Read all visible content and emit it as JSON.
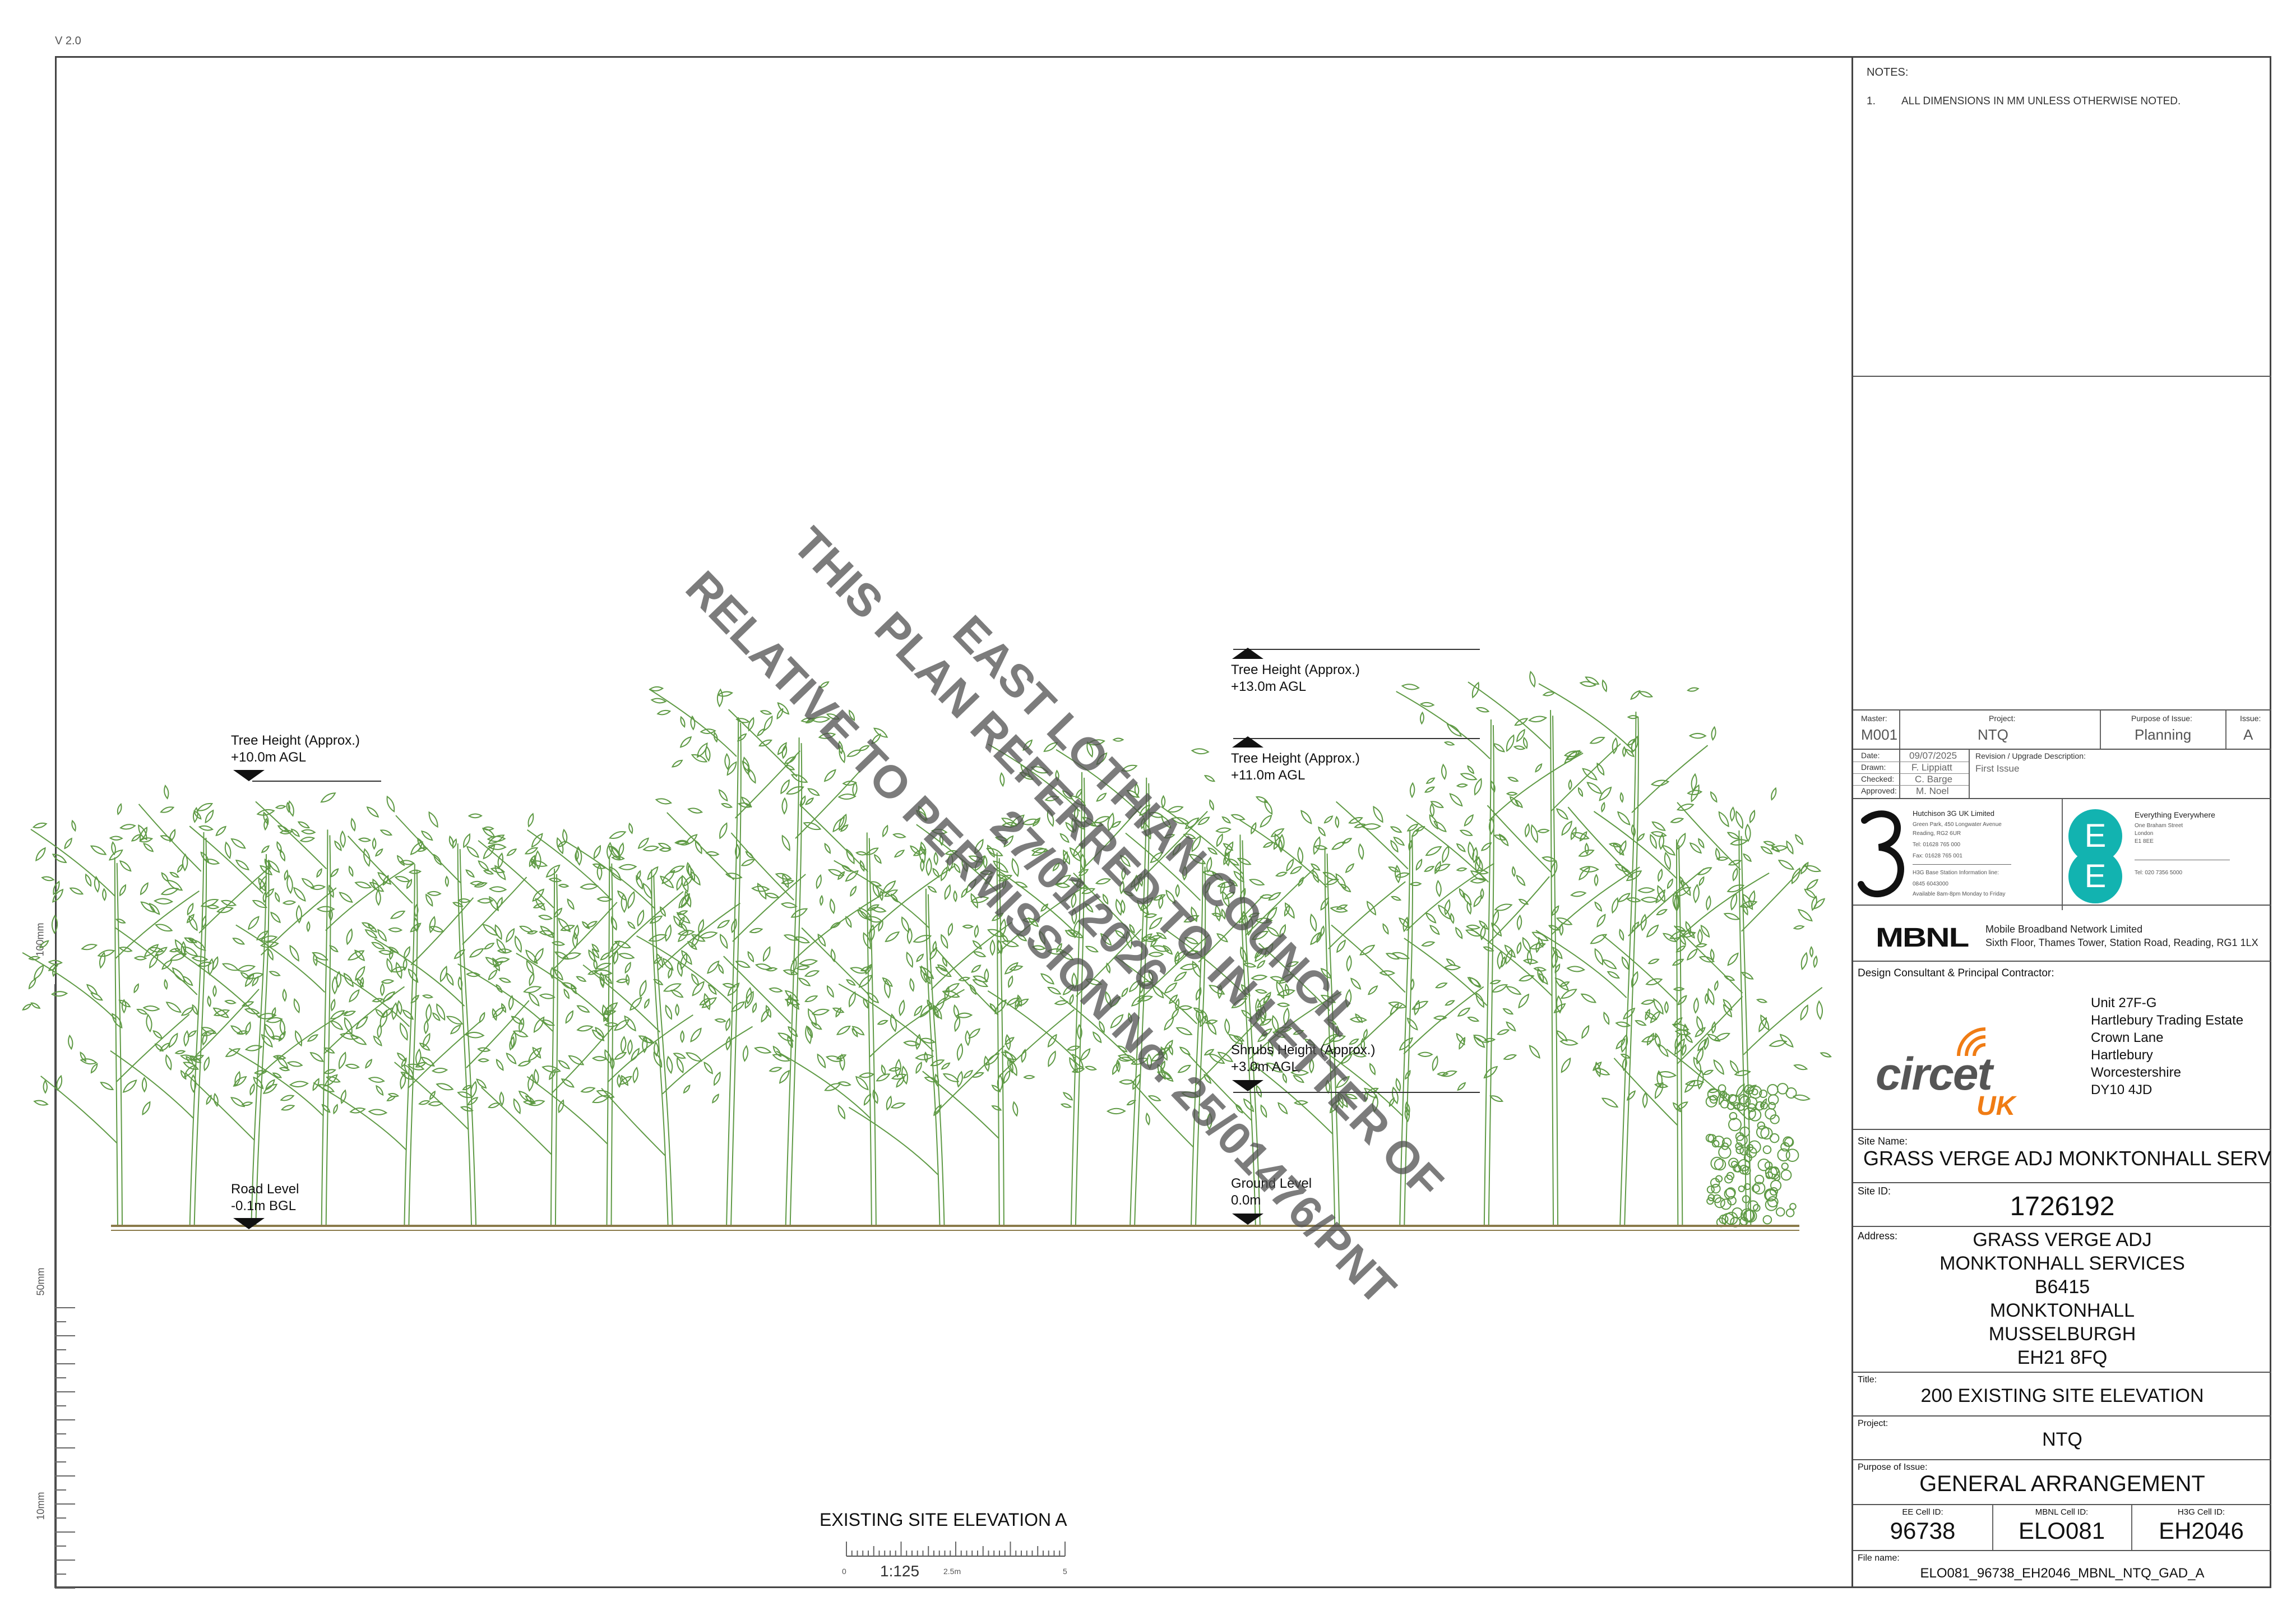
{
  "version": "V 2.0",
  "notes": {
    "heading": "NOTES:",
    "items": [
      {
        "num": "1.",
        "text": "ALL DIMENSIONS IN MM UNLESS OTHERWISE NOTED."
      }
    ]
  },
  "scale_bar_left": {
    "l100": "100mm",
    "l50": "50mm",
    "l10": "10mm"
  },
  "elevation": {
    "tree_left": {
      "line1": "Tree Height (Approx.)",
      "line2": "+10.0m AGL"
    },
    "tree_13": {
      "line1": "Tree Height (Approx.)",
      "line2": "+13.0m AGL"
    },
    "tree_11": {
      "line1": "Tree Height (Approx.)",
      "line2": "+11.0m AGL"
    },
    "shrubs": {
      "line1": "Shrubs Height (Approx.)",
      "line2": "+3.0m AGL"
    },
    "road": {
      "line1": "Road Level",
      "line2": "-0.1m BGL"
    },
    "ground": {
      "line1": "Ground Level",
      "line2": "0.0m"
    },
    "title": "EXISTING SITE ELEVATION A",
    "scale": "1:125",
    "scale_ticks": {
      "t0": "0",
      "t1": "2.5m",
      "t2": "5"
    }
  },
  "watermark": {
    "line1": "EAST LOTHIAN COUNCIL",
    "line2": "THIS PLAN REFERRED TO IN LETTER OF",
    "line3": "27/01/2026",
    "line4": "RELATIVE TO PERMISSION No. 25/01476/PNT"
  },
  "title_block": {
    "master_label": "Master:",
    "master": "M001",
    "project_label": "Project:",
    "project": "NTQ",
    "purpose_label": "Purpose of Issue:",
    "purpose": "Planning",
    "issue_label": "Issue:",
    "issue": "A",
    "date_label": "Date:",
    "date": "09/07/2025",
    "drawn_label": "Drawn:",
    "drawn": "F. Lippiatt",
    "checked_label": "Checked:",
    "checked": "C. Barge",
    "approved_label": "Approved:",
    "approved": "M. Noel",
    "revision_label": "Revision / Upgrade Description:",
    "revision": "First Issue",
    "h3g": {
      "name": "Hutchison 3G UK Limited",
      "addr1": "Green Park, 450 Longwater Avenue",
      "addr2": "Reading, RG2 6UR",
      "tel": "Tel: 01628 765 000",
      "fax": "Fax: 01628 765 001",
      "info": "H3G Base Station Information line:",
      "infotel": "0845 6043000",
      "hours": "Available 8am-8pm Monday to Friday"
    },
    "ee": {
      "name": "Everything Everywhere",
      "addr1": "One Braham Street",
      "addr2": "London",
      "addr3": "E1 8EE",
      "tel": "Tel: 020 7356 5000",
      "logo_letter": "E"
    },
    "mbnl": {
      "logo": "MBNL",
      "name": "Mobile Broadband Network Limited",
      "addr": "Sixth Floor, Thames Tower,  Station Road, Reading, RG1 1LX"
    },
    "consultant_label": "Design Consultant & Principal Contractor:",
    "circet": {
      "logo": "circet",
      "logo_uk": "UK",
      "addr": [
        "Unit 27F-G",
        "Hartlebury Trading Estate",
        "Crown Lane",
        "Hartlebury",
        "Worcestershire",
        "DY10 4JD"
      ]
    },
    "site_name_label": "Site Name:",
    "site_name": "GRASS VERGE ADJ MONKTONHALL SERV",
    "site_id_label": "Site ID:",
    "site_id": "1726192",
    "address_label": "Address:",
    "address": [
      "GRASS VERGE ADJ",
      "MONKTONHALL SERVICES",
      "B6415",
      "MONKTONHALL",
      "MUSSELBURGH",
      "EH21 8FQ"
    ],
    "title_label": "Title:",
    "title": "200 EXISTING SITE ELEVATION",
    "project2_label": "Project:",
    "project2": "NTQ",
    "purpose2_label": "Purpose of Issue:",
    "purpose2": "GENERAL ARRANGEMENT",
    "ee_cell_label": "EE Cell ID:",
    "ee_cell": "96738",
    "mbnl_cell_label": "MBNL Cell ID:",
    "mbnl_cell": "ELO081",
    "h3g_cell_label": "H3G Cell ID:",
    "h3g_cell": "EH2046",
    "file_label": "File name:",
    "file": "ELO081_96738_EH2046_MBNL_NTQ_GAD_A"
  },
  "colors": {
    "tree": "#5f9a45",
    "ground": "#8a7a4a",
    "ee_teal": "#12b3b0",
    "circet_orange": "#f07c14"
  }
}
